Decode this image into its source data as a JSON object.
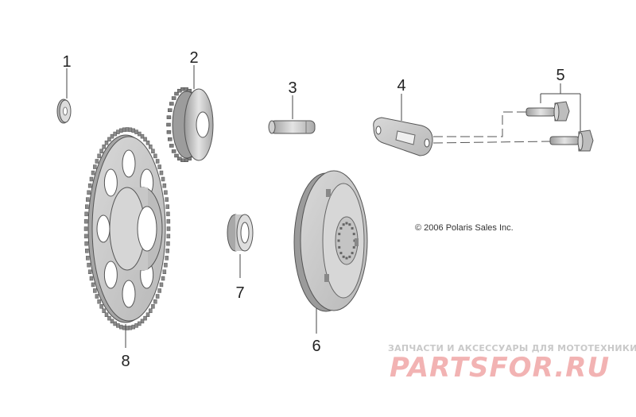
{
  "diagram": {
    "copyright": "© 2006 Polaris Sales Inc.",
    "callouts": [
      {
        "id": "1",
        "label": "1"
      },
      {
        "id": "2",
        "label": "2"
      },
      {
        "id": "3",
        "label": "3"
      },
      {
        "id": "4",
        "label": "4"
      },
      {
        "id": "5",
        "label": "5"
      },
      {
        "id": "6",
        "label": "6"
      },
      {
        "id": "7",
        "label": "7"
      },
      {
        "id": "8",
        "label": "8"
      }
    ]
  },
  "watermark": {
    "tagline": "ЗАПЧАСТИ И АКСЕССУАРЫ ДЛЯ МОТОТЕХНИКИ",
    "brand": "PARTSFOR.RU"
  }
}
